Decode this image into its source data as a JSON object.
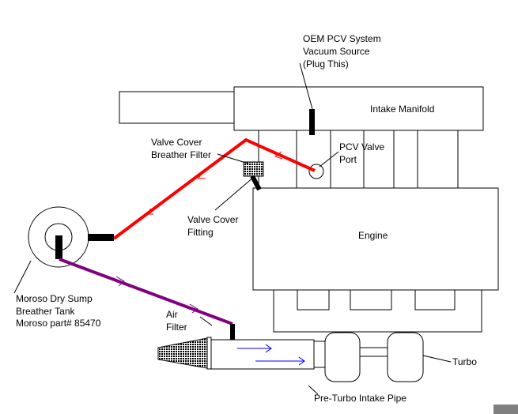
{
  "labels": {
    "oem_pcv_line1": "OEM PCV System",
    "oem_pcv_line2": "Vacuum Source",
    "oem_pcv_line3": "(Plug This)",
    "intake_manifold": "Intake Manifold",
    "valve_cover_breather_line1": "Valve Cover",
    "valve_cover_breather_line2": "Breather Filter",
    "pcv_valve_line1": "PCV Valve",
    "pcv_valve_line2": "Port",
    "valve_cover_fitting_line1": "Valve Cover",
    "valve_cover_fitting_line2": "Fitting",
    "engine": "Engine",
    "moroso_line1": "Moroso Dry Sump",
    "moroso_line2": "Breather Tank",
    "moroso_line3": "Moroso part# 85470",
    "air_filter_line1": "Air",
    "air_filter_line2": "Filter",
    "turbo": "Turbo",
    "pre_turbo_pipe": "Pre-Turbo Intake Pipe"
  },
  "colors": {
    "pcv_hose": "#ff0000",
    "breather_hose": "#800080",
    "flow_arrow": "#0000ff",
    "outline": "#000000"
  }
}
